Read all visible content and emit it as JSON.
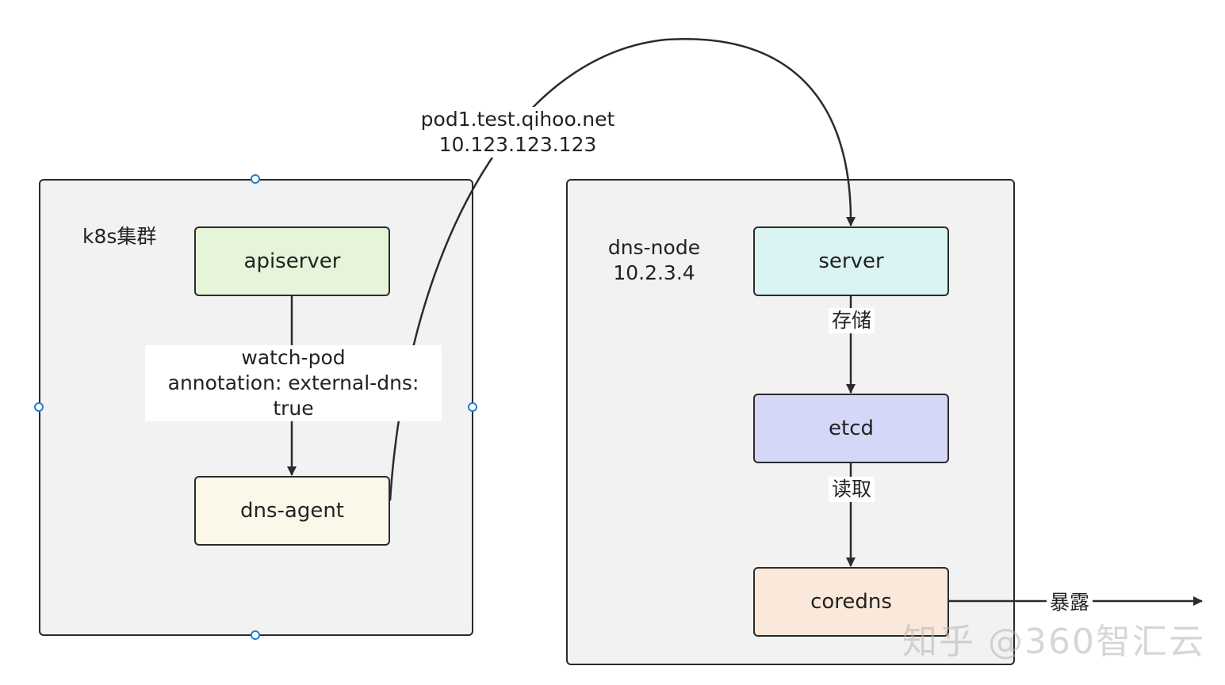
{
  "colors": {
    "container_bg": "#f2f2f2",
    "border": "#2b2b2b",
    "apiserver_fill": "#e6f4da",
    "dns_agent_fill": "#fbf8ea",
    "server_fill": "#daf3f3",
    "etcd_fill": "#d4d7f7",
    "coredns_fill": "#fae9da",
    "handle_stroke": "#1e7fd8"
  },
  "k8s_cluster": {
    "label": "k8s集群",
    "apiserver": "apiserver",
    "dns_agent": "dns-agent",
    "edge_label_line1": "watch-pod",
    "edge_label_line2": "annotation: external-dns: true"
  },
  "dns_node": {
    "label_line1": "dns-node",
    "label_line2": "10.2.3.4",
    "server": "server",
    "etcd": "etcd",
    "coredns": "coredns",
    "store_label": "存储",
    "read_label": "读取",
    "expose_label": "暴露"
  },
  "cross_edge": {
    "label_line1": "pod1.test.qihoo.net",
    "label_line2": "10.123.123.123"
  },
  "watermark": "知乎 @360智汇云"
}
